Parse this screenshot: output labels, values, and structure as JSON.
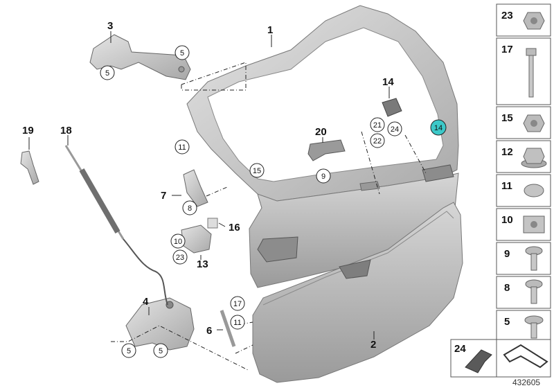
{
  "diagram": {
    "callouts": {
      "c1": "1",
      "c2": "2",
      "c3": "3",
      "c4": "4",
      "c6": "6",
      "c7": "7",
      "c13": "13",
      "c14a": "14",
      "c16": "16",
      "c18": "18",
      "c19": "19",
      "c20": "20"
    },
    "circled": {
      "c5a": "5",
      "c5b": "5",
      "c5c": "5",
      "c5d": "5",
      "c8": "8",
      "c9": "9",
      "c10": "10",
      "c11a": "11",
      "c11b": "11",
      "c14b": "14",
      "c15": "15",
      "c17": "17",
      "c21": "21",
      "c22": "22",
      "c23": "23",
      "c24": "24"
    },
    "highlight_color": "#3cc8c8",
    "part_color": "#c8c8c8"
  },
  "sidebar": {
    "items": [
      {
        "label": "23",
        "icon": "nut-icon"
      },
      {
        "label": "17",
        "icon": "bolt-icon"
      },
      {
        "label": "15",
        "icon": "nut-icon"
      },
      {
        "label": "12",
        "icon": "flange-nut-icon"
      },
      {
        "label": "11",
        "icon": "cap-icon"
      },
      {
        "label": "10",
        "icon": "cage-nut-icon"
      },
      {
        "label": "9",
        "icon": "screw-icon"
      },
      {
        "label": "8",
        "icon": "screw-icon"
      },
      {
        "label": "5",
        "icon": "bolt-washer-icon"
      }
    ],
    "bottom": {
      "label": "24",
      "icon": "clip-icon"
    }
  },
  "reference_number": "432605"
}
